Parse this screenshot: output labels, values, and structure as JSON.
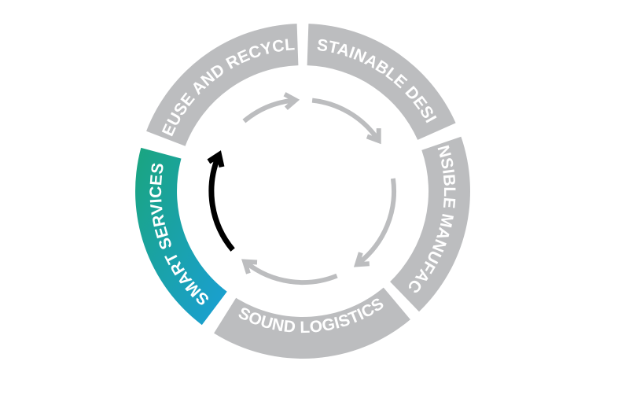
{
  "diagram": {
    "segments": [
      {
        "id": "reuse",
        "label": "REUSE AND RECYCLE",
        "active": false
      },
      {
        "id": "design",
        "label": "SUSTAINABLE DESIGN",
        "active": false
      },
      {
        "id": "manufacturing",
        "label": "RESPONSIBLE MANUFACTURING",
        "active": false
      },
      {
        "id": "logistics",
        "label": "SOUND LOGISTICS",
        "active": false
      },
      {
        "id": "services",
        "label": "SMART SERVICES",
        "active": true
      }
    ],
    "colors": {
      "segment": "#bcbdbf",
      "inner_arrow": "#bcbdbf",
      "active_arrow": "#000000",
      "label": "#ffffff",
      "active_gradient_start": "#1aa57f",
      "active_gradient_end": "#1a9fd6"
    }
  }
}
